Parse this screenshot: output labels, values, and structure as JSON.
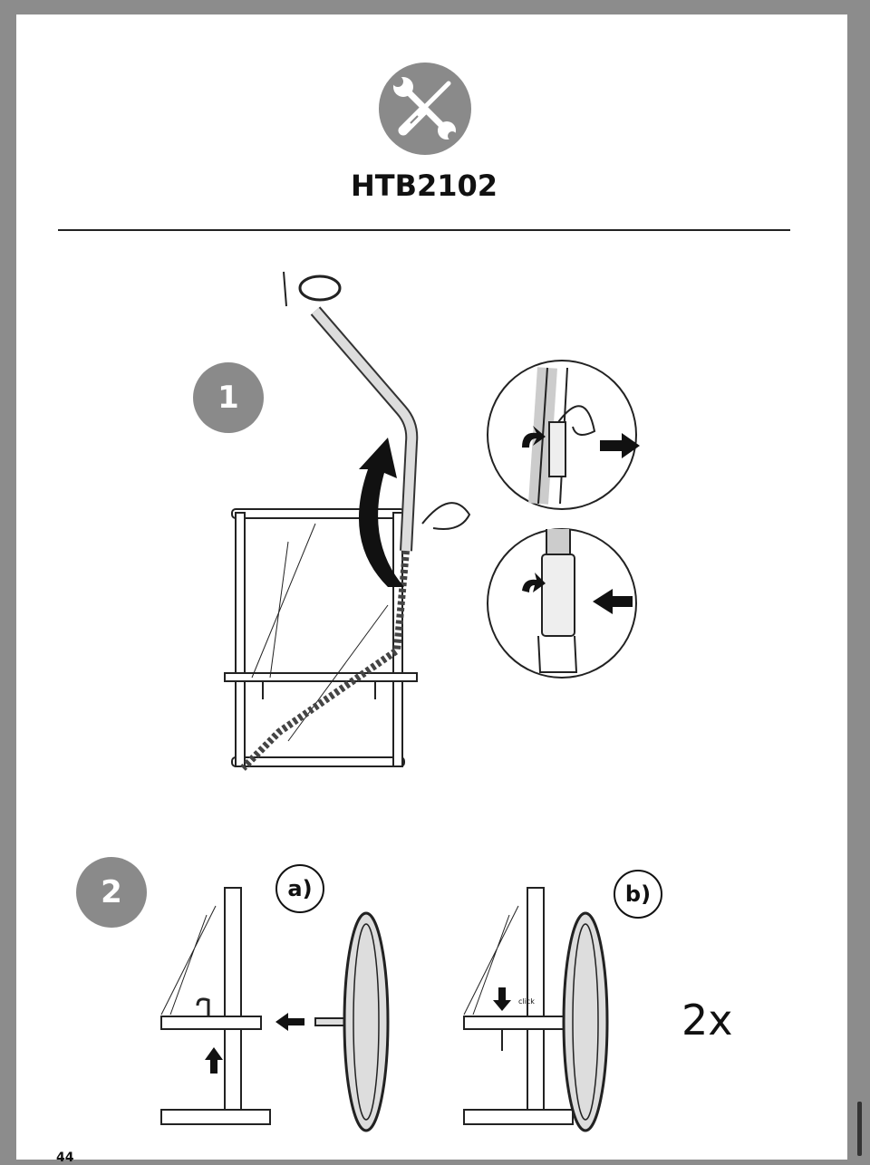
{
  "header": {
    "icon": "tools-icon",
    "model": "HTB2102"
  },
  "step1": {
    "number": "1",
    "illustration": "drawbar-mounting"
  },
  "step2": {
    "number": "2",
    "sub_a": "a)",
    "sub_b": "b)",
    "click_text": "click",
    "quantity": "2x"
  },
  "footer": {
    "page_number": "44"
  }
}
